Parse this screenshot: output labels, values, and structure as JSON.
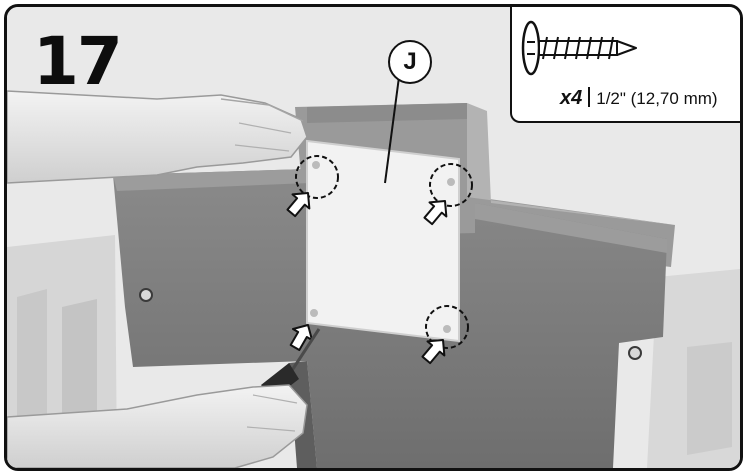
{
  "step": {
    "number": "17"
  },
  "callout": {
    "part_letter": "J"
  },
  "hardware": {
    "icon": "screw-icon",
    "quantity": "x4",
    "size": "1/2\" (12,70 mm)"
  },
  "colors": {
    "panel": "#7f7f7f",
    "panel_dark": "#5e5e5e",
    "plate": "#f2f2f2",
    "border": "#111111"
  }
}
